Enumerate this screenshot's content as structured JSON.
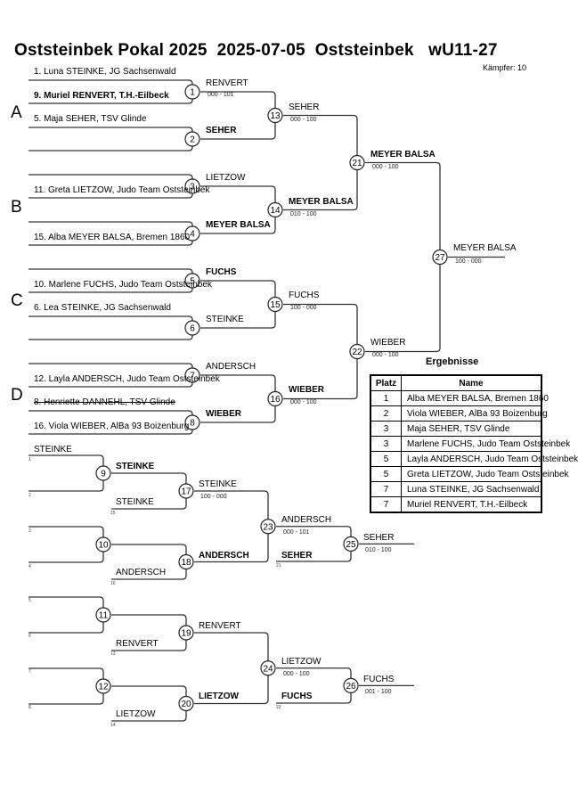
{
  "header": {
    "title": "Oststeinbek Pokal 2025  2025-07-05  Oststeinbek   wU11-27",
    "fighter_count": "Kämpfer: 10"
  },
  "groups": [
    "A",
    "B",
    "C",
    "D"
  ],
  "entrants": [
    {
      "text": "1. Luna STEINKE, JG Sachsenwald",
      "bold": false,
      "struck": false
    },
    {
      "text": "9. Muriel RENVERT, T.H.-Eilbeck",
      "bold": true,
      "struck": false
    },
    {
      "text": "5. Maja SEHER, TSV Glinde",
      "bold": false,
      "struck": false
    },
    {
      "text": "11. Greta LIETZOW, Judo Team Oststeinbek",
      "bold": false,
      "struck": false
    },
    {
      "text": "15. Alba MEYER BALSA, Bremen 1860",
      "bold": false,
      "struck": false
    },
    {
      "text": "10. Marlene FUCHS, Judo Team Oststeinbek",
      "bold": false,
      "struck": false
    },
    {
      "text": "6. Lea STEINKE, JG Sachsenwald",
      "bold": false,
      "struck": false
    },
    {
      "text": "12. Layla ANDERSCH, Judo Team Oststeinbek",
      "bold": false,
      "struck": false
    },
    {
      "text": "8. Henriette DANNEHL, TSV Glinde",
      "bold": false,
      "struck": true
    },
    {
      "text": "16. Viola WIEBER, AlBa 93 Boizenburg",
      "bold": false,
      "struck": false
    }
  ],
  "main_bracket": {
    "round1": [
      {
        "no": "1",
        "winner": "RENVERT",
        "score": "000 - 101",
        "bold": false
      },
      {
        "no": "2",
        "winner": "SEHER",
        "score": "",
        "bold": true
      },
      {
        "no": "3",
        "winner": "LIETZOW",
        "score": "",
        "bold": false
      },
      {
        "no": "4",
        "winner": "MEYER BALSA",
        "score": "",
        "bold": true
      },
      {
        "no": "5",
        "winner": "FUCHS",
        "score": "",
        "bold": true
      },
      {
        "no": "6",
        "winner": "STEINKE",
        "score": "",
        "bold": false
      },
      {
        "no": "7",
        "winner": "ANDERSCH",
        "score": "",
        "bold": false
      },
      {
        "no": "8",
        "winner": "WIEBER",
        "score": "",
        "bold": true
      }
    ],
    "round2": [
      {
        "no": "13",
        "winner": "SEHER",
        "score": "000 - 100",
        "bold": false
      },
      {
        "no": "14",
        "winner": "MEYER BALSA",
        "score": "010 - 100",
        "bold": true
      },
      {
        "no": "15",
        "winner": "FUCHS",
        "score": "100 - 000",
        "bold": false
      },
      {
        "no": "16",
        "winner": "WIEBER",
        "score": "000 - 100",
        "bold": true
      }
    ],
    "semis": [
      {
        "no": "21",
        "winner": "MEYER BALSA",
        "score": "000 - 100",
        "bold": true
      },
      {
        "no": "22",
        "winner": "WIEBER",
        "score": "000 - 100",
        "bold": false
      }
    ],
    "final": {
      "no": "27",
      "winner": "MEYER BALSA",
      "score": "100 - 000",
      "bold": false
    }
  },
  "repechage": {
    "seeds": [
      {
        "name": "STEINKE",
        "ref": "1"
      },
      {
        "name": "",
        "ref": "2"
      },
      {
        "name": "",
        "ref": "3"
      },
      {
        "name": "",
        "ref": "4"
      },
      {
        "name": "",
        "ref": "5"
      },
      {
        "name": "",
        "ref": "6"
      },
      {
        "name": "",
        "ref": "7"
      },
      {
        "name": "",
        "ref": "8"
      }
    ],
    "round1": [
      {
        "no": "9",
        "winner": "STEINKE",
        "bold": true
      },
      {
        "no": "10",
        "winner": "",
        "bold": false
      },
      {
        "no": "11",
        "winner": "",
        "bold": false
      },
      {
        "no": "12",
        "winner": "",
        "bold": false
      }
    ],
    "dropins": [
      {
        "name": "STEINKE",
        "ref": "15"
      },
      {
        "name": "ANDERSCH",
        "ref": "16"
      },
      {
        "name": "RENVERT",
        "ref": "13"
      },
      {
        "name": "LIETZOW",
        "ref": "14"
      }
    ],
    "round2": [
      {
        "no": "17",
        "winner": "STEINKE",
        "score": "100 - 000",
        "bold": false
      },
      {
        "no": "18",
        "winner": "ANDERSCH",
        "score": "",
        "bold": true
      },
      {
        "no": "19",
        "winner": "RENVERT",
        "score": "",
        "bold": false
      },
      {
        "no": "20",
        "winner": "LIETZOW",
        "score": "",
        "bold": true
      }
    ],
    "round3": [
      {
        "no": "23",
        "winner": "ANDERSCH",
        "score": "000 - 101",
        "bold": false
      },
      {
        "no": "24",
        "winner": "LIETZOW",
        "score": "000 - 100",
        "bold": false
      }
    ],
    "semi_dropins": [
      {
        "name": "SEHER",
        "ref": "21"
      },
      {
        "name": "FUCHS",
        "ref": "22"
      }
    ],
    "bronze": [
      {
        "no": "25",
        "winner": "SEHER",
        "score": "010 - 100"
      },
      {
        "no": "26",
        "winner": "FUCHS",
        "score": "001 - 100"
      }
    ]
  },
  "results": {
    "title": "Ergebnisse",
    "headers": [
      "Platz",
      "Name"
    ],
    "rows": [
      {
        "place": "1",
        "name": "Alba MEYER BALSA, Bremen 1860"
      },
      {
        "place": "2",
        "name": "Viola WIEBER, AlBa 93 Boizenburg"
      },
      {
        "place": "3",
        "name": "Maja SEHER, TSV Glinde"
      },
      {
        "place": "3",
        "name": "Marlene FUCHS, Judo Team Oststeinbek"
      },
      {
        "place": "5",
        "name": "Layla ANDERSCH, Judo Team Oststeinbek"
      },
      {
        "place": "5",
        "name": "Greta LIETZOW, Judo Team Oststeinbek"
      },
      {
        "place": "7",
        "name": "Luna STEINKE, JG Sachsenwald"
      },
      {
        "place": "7",
        "name": "Muriel RENVERT, T.H.-Eilbeck"
      }
    ]
  }
}
